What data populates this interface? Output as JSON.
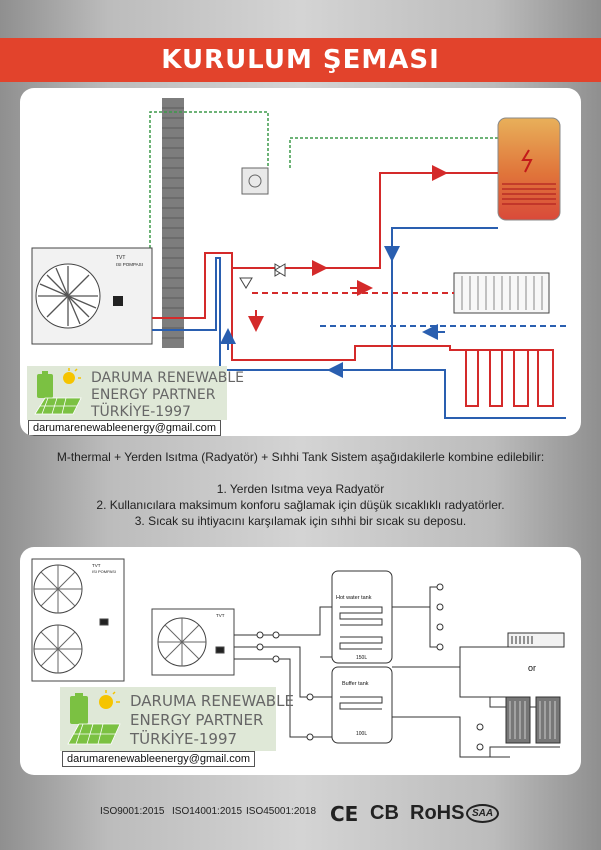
{
  "header": {
    "title": "KURULUM ŞEMASI"
  },
  "diagram1": {
    "unit_brand": "TVT",
    "unit_label": "ISI POMPASI",
    "logo": {
      "line1": "DARUMA RENEWABLE",
      "line2": "ENERGY PARTNER",
      "line3": "TÜRKİYE-1997"
    },
    "email": "darumarenewableenergy@gmail.com"
  },
  "description": {
    "intro": "M-thermal + Yerden Isıtma (Radyatör) + Sıhhi Tank Sistem aşağıdakilerle kombine edilebilir:",
    "items": [
      "1. Yerden Isıtma veya Radyatör",
      "2. Kullanıcılara maksimum konforu sağlamak için düşük sıcaklıklı radyatörler.",
      "3. Sıcak su ihtiyacını karşılamak için sıhhi bir sıcak su deposu."
    ]
  },
  "diagram2": {
    "unit_brand": "TVT",
    "unit_label": "ISI POMPASI",
    "hot_tank_label": "Hot water tank",
    "hot_tank_capacity": "150L",
    "buffer_tank_label": "Buffer tank",
    "buffer_tank_capacity": "100L",
    "or_label": "or",
    "logo": {
      "line1": "DARUMA RENEWABLE",
      "line2": "ENERGY PARTNER",
      "line3": "TÜRKİYE-1997"
    },
    "email": "darumarenewableenergy@gmail.com"
  },
  "certifications": {
    "iso": [
      "ISO9001:2015",
      "ISO14001:2015",
      "ISO45001:2018"
    ],
    "ce": "CE",
    "cb": "CB",
    "rohs": "RoHS",
    "saa": "SAA"
  },
  "colors": {
    "banner": "#e2432c",
    "hot_pipe": "#d42a2a",
    "cold_pipe": "#2a5fb0",
    "control_line": "#3d9a4a"
  }
}
